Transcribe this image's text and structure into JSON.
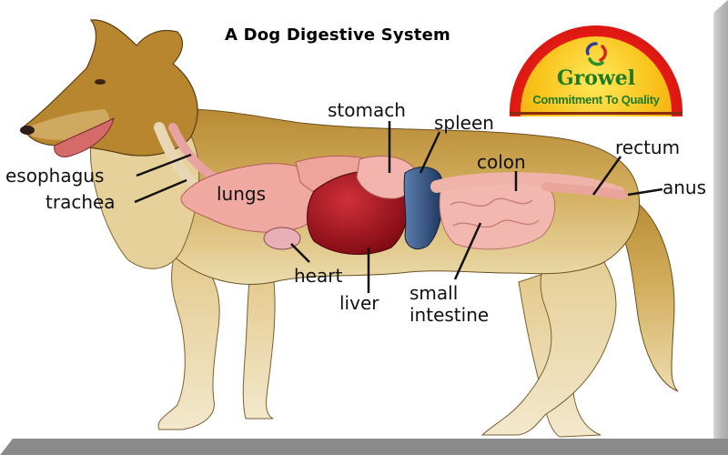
{
  "diagram": {
    "title": "A Dog Digestive System",
    "subject": "dog",
    "labels": {
      "esophagus": "esophagus",
      "trachea": "trachea",
      "lungs": "lungs",
      "stomach": "stomach",
      "spleen": "spleen",
      "colon": "colon",
      "rectum": "rectum",
      "anus": "anus",
      "heart": "heart",
      "liver": "liver",
      "small_intestine_line1": "small",
      "small_intestine_line2": "intestine"
    }
  },
  "logo": {
    "name": "Growel",
    "tagline": "Commitment To Quality",
    "colors": {
      "arc": "#e41b14",
      "fill": "#f9c21a",
      "text": "#1f7a22"
    }
  },
  "colors": {
    "fur": "#c9a24a",
    "fur_light": "#ecdcae",
    "lungs": "#f0a9a0",
    "liver": "#a3121c",
    "spleen": "#2b4a78",
    "intestine": "#f2b8b0",
    "frame": "#8a8a8a"
  }
}
